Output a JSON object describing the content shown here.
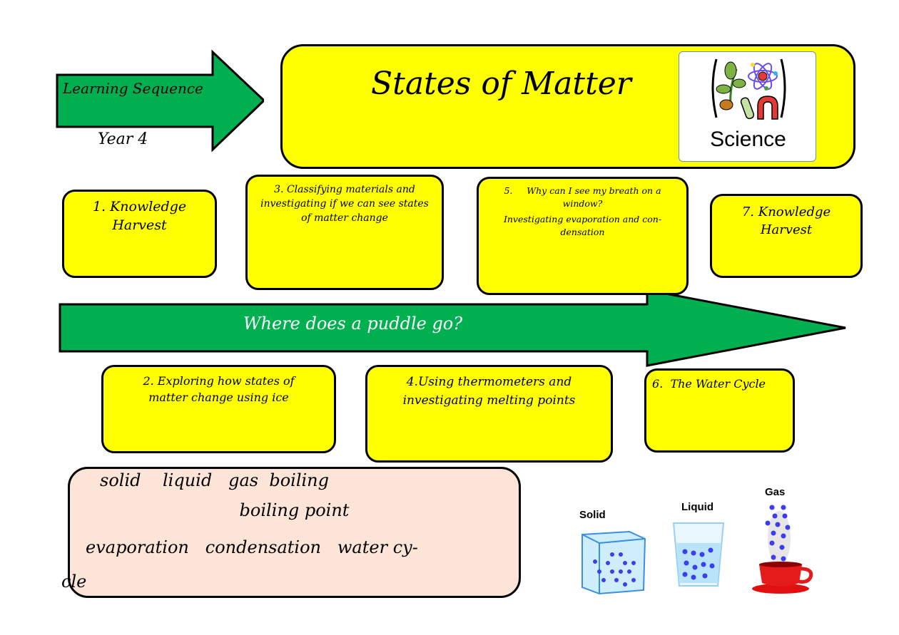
{
  "header": {
    "arrow_label": "Learning Sequence",
    "year_label": "Year 4",
    "title": "States of Matter",
    "badge_label": "Science"
  },
  "colors": {
    "green": "#00b050",
    "yellow": "#ffff00",
    "peach": "#fce4d6",
    "outline": "#000000"
  },
  "main_arrow": {
    "label": "Where does a puddle go?"
  },
  "lessons": [
    {
      "number": "1.",
      "title": "Knowledge Harvest"
    },
    {
      "number": "2.",
      "title": "Exploring how states of matter change using ice"
    },
    {
      "number": "3.",
      "title": "Classifying materials and investigating if we can see states of matter change"
    },
    {
      "number": "4.",
      "title": "Using thermometers and investigating melting points"
    },
    {
      "number": "5.",
      "title": "Why can I see my breath on a window?",
      "subtitle": "Investigating evaporation and con-densation"
    },
    {
      "number": "6.",
      "title": "The Water Cycle"
    },
    {
      "number": "7.",
      "title": "Knowledge Harvest"
    }
  ],
  "vocabulary": {
    "line1": "solid    liquid   gas  boiling",
    "line2": "boiling point",
    "line3": "evaporation   condensation   water cy-",
    "line4": "cle"
  },
  "states_illustration": {
    "solid_label": "Solid",
    "liquid_label": "Liquid",
    "gas_label": "Gas"
  }
}
